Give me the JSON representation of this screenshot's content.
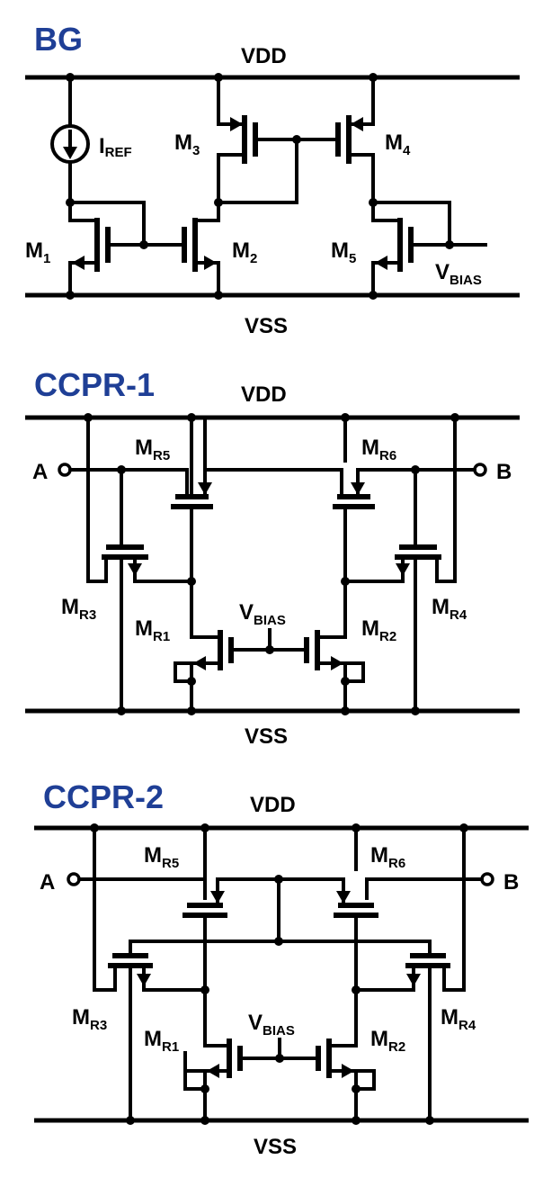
{
  "titles": {
    "bg": "BG",
    "ccpr1": "CCPR-1",
    "ccpr2": "CCPR-2"
  },
  "rails": {
    "vdd": "VDD",
    "vss": "VSS"
  },
  "terminals": {
    "a": "A",
    "b": "B"
  },
  "labels": {
    "iref_main": "I",
    "iref_sub": "REF",
    "vbias_main": "V",
    "vbias_sub": "BIAS",
    "m_main": "M",
    "m1_sub": "1",
    "m2_sub": "2",
    "m3_sub": "3",
    "m4_sub": "4",
    "m5_sub": "5",
    "mr1_sub": "R1",
    "mr2_sub": "R2",
    "mr3_sub": "R3",
    "mr4_sub": "R4",
    "mr5_sub": "R5",
    "mr6_sub": "R6"
  },
  "colors": {
    "title": "#1f3f96",
    "wire": "#000000",
    "background": "#ffffff"
  }
}
